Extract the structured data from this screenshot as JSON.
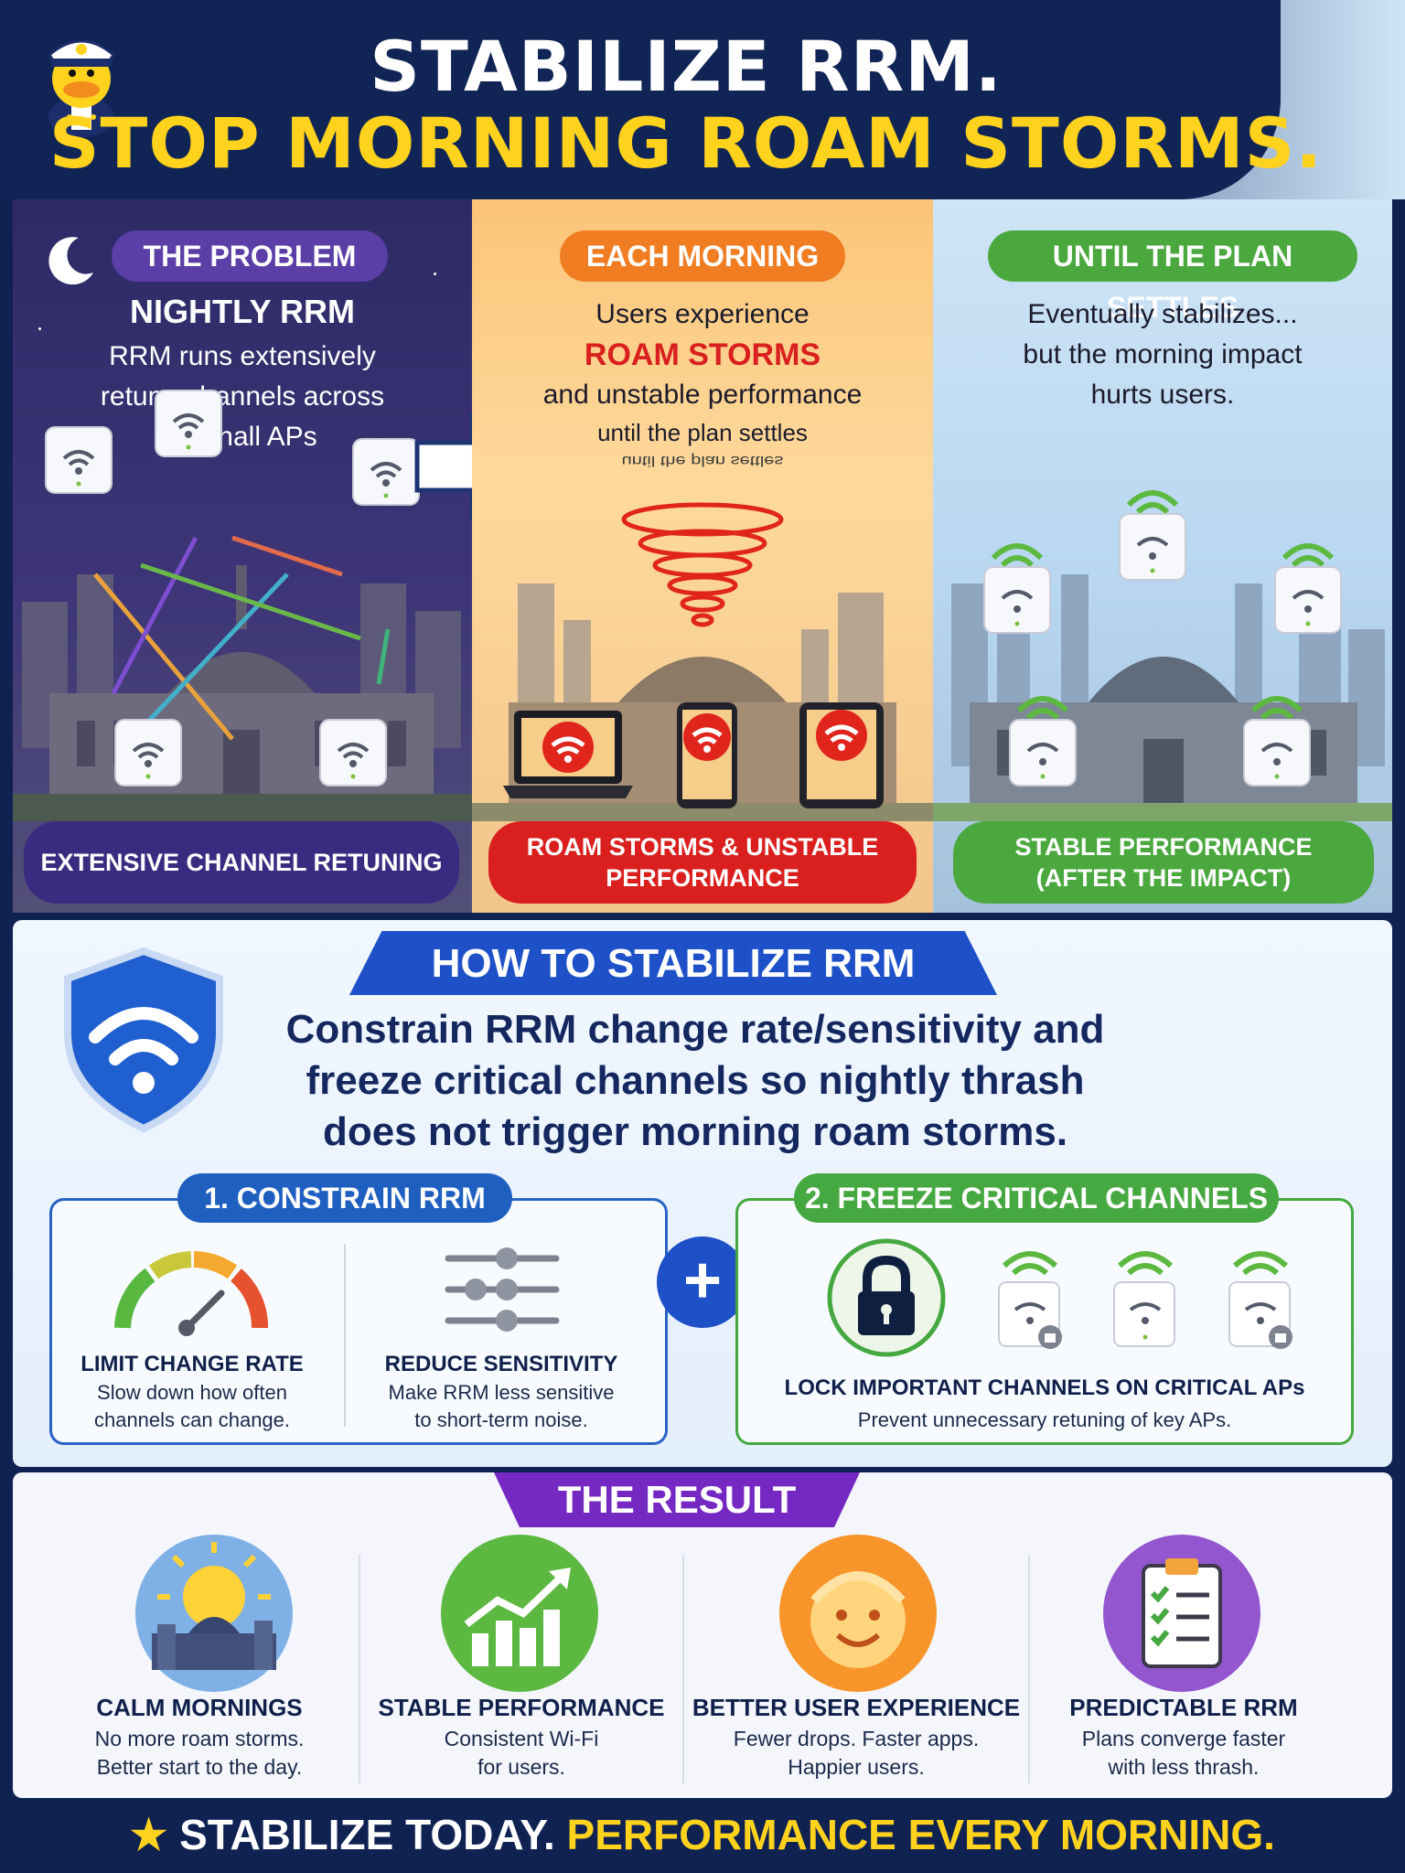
{
  "header": {
    "title_line1": "STABILIZE RRM.",
    "title_line2": "STOP MORNING ROAM STORMS."
  },
  "panels": {
    "problem": {
      "tag": "THE PROBLEM",
      "heading": "NIGHTLY RRM",
      "lines": [
        "RRM runs extensively",
        "retune channels across",
        "city-hall APs"
      ],
      "bottom_label": "EXTENSIVE CHANNEL RETUNING"
    },
    "morning": {
      "tag": "EACH MORNING",
      "line1": "Users experience",
      "highlight": "ROAM STORMS",
      "line3": "and unstable performance",
      "line4": "until the plan settles",
      "line5": "until the plan settles",
      "bottom_line1": "ROAM STORMS & UNSTABLE",
      "bottom_line2": "PERFORMANCE"
    },
    "settles": {
      "tag": "UNTIL THE PLAN SETTLES",
      "lines": [
        "Eventually stabilizes...",
        "but the morning impact",
        "hurts users."
      ],
      "bottom_line1": "STABLE PERFORMANCE",
      "bottom_line2": "(AFTER THE IMPACT)"
    }
  },
  "how": {
    "title": "HOW TO STABILIZE RRM",
    "desc_lines": [
      "Constrain RRM change rate/sensitivity and",
      "freeze critical channels so nightly thrash",
      "does not trigger morning roam storms."
    ],
    "step1": {
      "tab": "1. CONSTRAIN RRM",
      "items": [
        {
          "title": "LIMIT CHANGE RATE",
          "desc_line1": "Slow down how often",
          "desc_line2": "channels can change."
        },
        {
          "title": "REDUCE SENSITIVITY",
          "desc_line1": "Make RRM less sensitive",
          "desc_line2": "to short-term noise."
        }
      ]
    },
    "plus": "+",
    "step2": {
      "tab": "2. FREEZE CRITICAL CHANNELS",
      "title": "LOCK IMPORTANT CHANNELS ON CRITICAL APs",
      "desc": "Prevent unnecessary retuning of key APs."
    }
  },
  "result": {
    "title": "THE RESULT",
    "items": [
      {
        "title": "CALM MORNINGS",
        "desc_line1": "No more roam storms.",
        "desc_line2": "Better start to the day."
      },
      {
        "title": "STABLE PERFORMANCE",
        "desc_line1": "Consistent Wi-Fi",
        "desc_line2": "for users."
      },
      {
        "title": "BETTER USER EXPERIENCE",
        "desc_line1": "Fewer drops. Faster apps.",
        "desc_line2": "Happier users."
      },
      {
        "title": "PREDICTABLE RRM",
        "desc_line1": "Plans converge faster",
        "desc_line2": "with less thrash."
      }
    ]
  },
  "footer": {
    "part1": "STABILIZE TODAY.",
    "part2": "PERFORMANCE EVERY MORNING."
  },
  "colors": {
    "navy": "#102555",
    "yellow": "#ffd21e",
    "problem_purple": "#5b3fa6",
    "morning_orange": "#f07d22",
    "alert_red": "#d9201f",
    "settle_green": "#4aa83e",
    "blue": "#1e50c8",
    "result_purple": "#7528c2"
  }
}
